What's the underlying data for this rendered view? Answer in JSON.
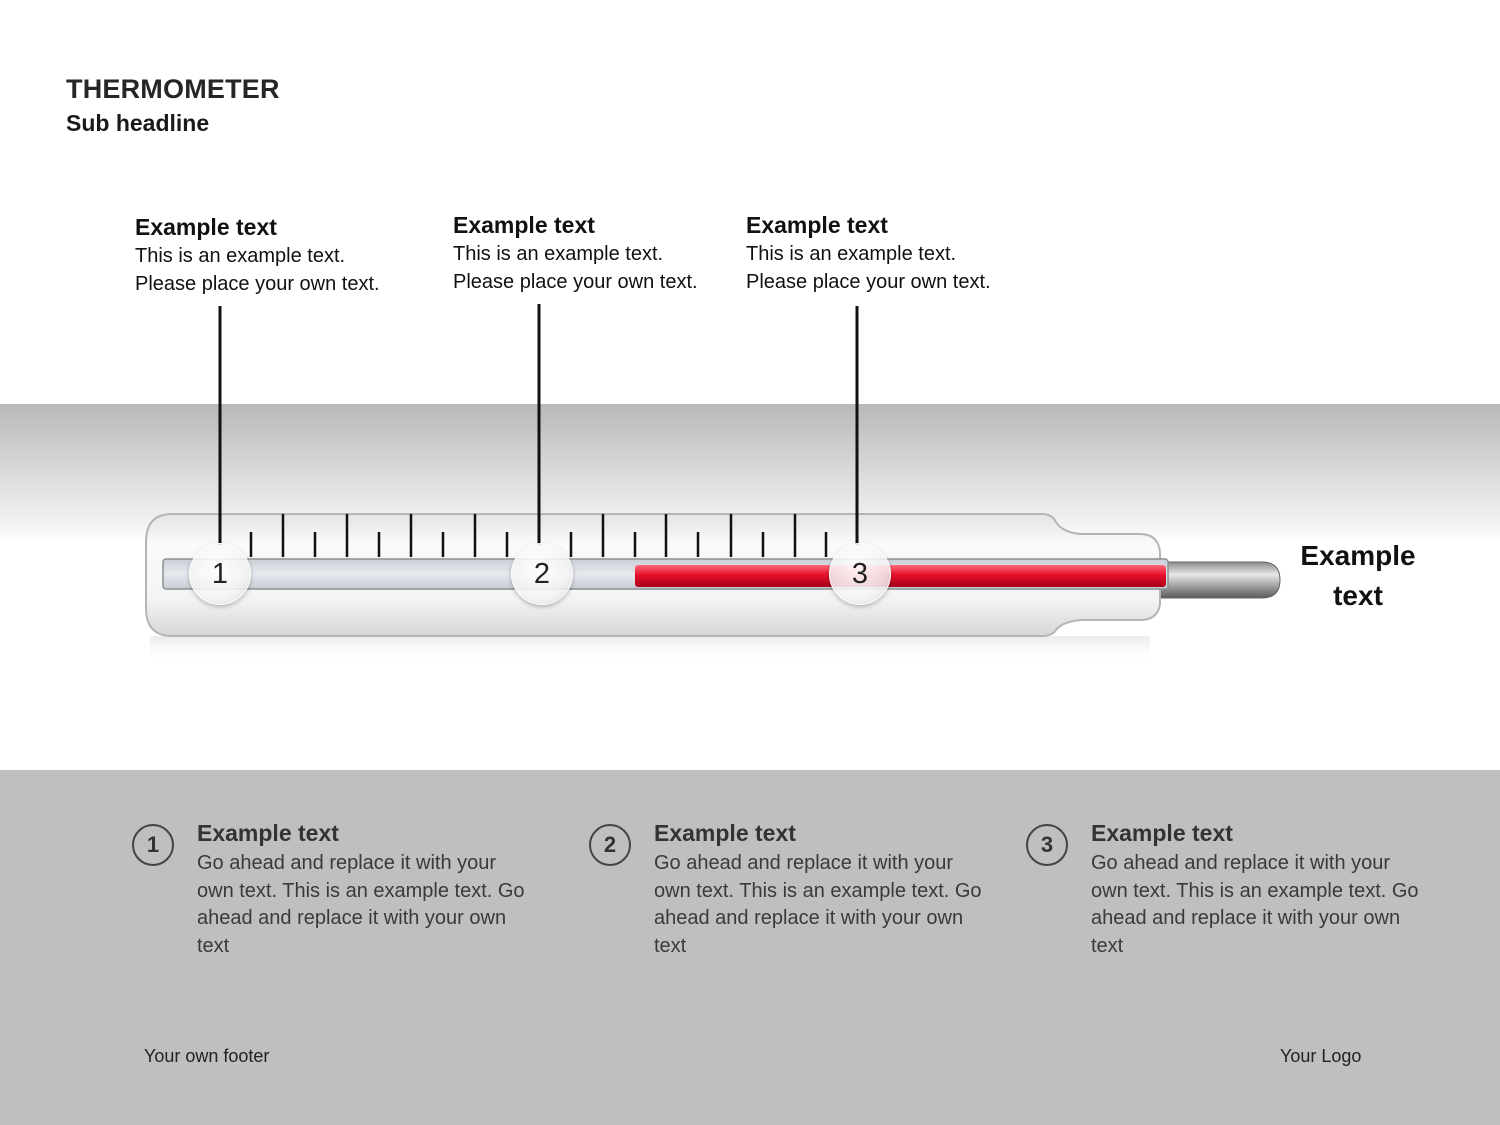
{
  "header": {
    "title": "THERMOMETER",
    "subtitle": "Sub headline"
  },
  "callouts": [
    {
      "head": "Example text",
      "line1": "This is an example text.",
      "line2": "Please place your own text."
    },
    {
      "head": "Example text",
      "line1": "This is an example text.",
      "line2": "Please place your own text."
    },
    {
      "head": "Example text",
      "line1": "This is an example text.",
      "line2": "Please place your own text."
    }
  ],
  "markers": [
    "1",
    "2",
    "3"
  ],
  "thermometer": {
    "tube_color": "#d9dde3",
    "mercury_color": "#e8102a",
    "end_label": "Example text"
  },
  "steps": [
    {
      "num": "1",
      "head": "Example text",
      "body": "Go ahead and replace it with your own text. This is an example text. Go ahead and replace it with your own text"
    },
    {
      "num": "2",
      "head": "Example text",
      "body": "Go ahead and replace it with your own text. This is an example text. Go ahead and replace it with your own text"
    },
    {
      "num": "3",
      "head": "Example text",
      "body": "Go ahead and replace it with your own text. This is an example text. Go ahead and replace it with your own text"
    }
  ],
  "footer": {
    "left": "Your own footer",
    "right": "Your Logo"
  }
}
